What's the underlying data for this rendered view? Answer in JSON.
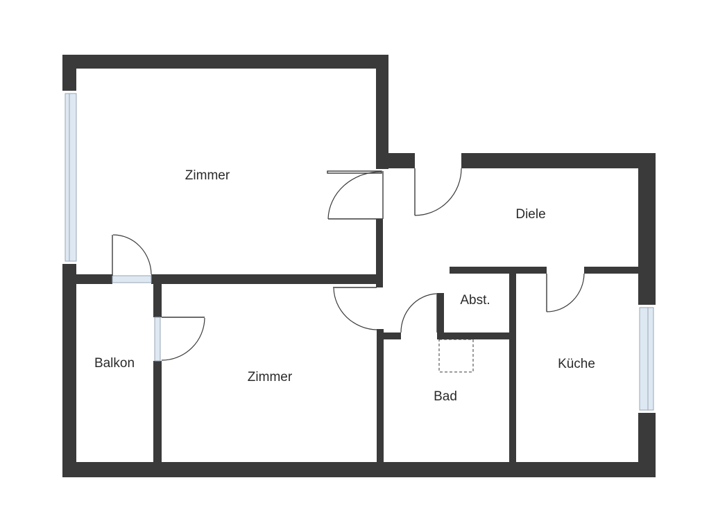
{
  "rooms": [
    {
      "id": "zimmer-1",
      "label": "Zimmer"
    },
    {
      "id": "diele",
      "label": "Diele"
    },
    {
      "id": "abst",
      "label": "Abst."
    },
    {
      "id": "balkon",
      "label": "Balkon"
    },
    {
      "id": "zimmer-2",
      "label": "Zimmer"
    },
    {
      "id": "bad",
      "label": "Bad"
    },
    {
      "id": "kueche",
      "label": "Küche"
    }
  ],
  "colors": {
    "wall": "#3a3a3a",
    "window_glass": "#dde8f3",
    "background": "#ffffff"
  }
}
